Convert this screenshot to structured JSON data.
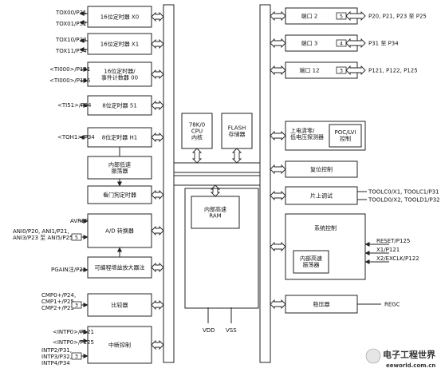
{
  "left_blocks": [
    {
      "id": "timer-x0",
      "title": "16位定时器 X0",
      "pins": [
        "TOX00/P31",
        "TOX01/P32"
      ]
    },
    {
      "id": "timer-x1",
      "title": "16位定时器 X1",
      "pins": [
        "TOX10/P33",
        "TOX11/P34"
      ]
    },
    {
      "id": "timer-00",
      "title": "16位定时器/\n事件计数器 00",
      "pins": [
        "<TI000>/P121",
        "<TI000>/P125"
      ]
    },
    {
      "id": "timer-51",
      "title": "8位定时器 51",
      "pins": [
        "<TI51>/P34"
      ]
    },
    {
      "id": "timer-h1",
      "title": "8位定时器 H1",
      "pins": [
        "<TOH1>/P34"
      ]
    },
    {
      "id": "osc-internal",
      "title": "内部低速\n振荡器",
      "pins": []
    },
    {
      "id": "watchdog",
      "title": "看门狗定时器",
      "pins": []
    },
    {
      "id": "adc",
      "title": "A/D 转换器",
      "pins": [
        "AVREF",
        "ANI0/P20, ANI1/P21,\nANI3/P23 至 ANI5/P25"
      ],
      "bus_width": "5"
    },
    {
      "id": "pga",
      "title": "可编程增益放大器注",
      "pins": [
        "PGAIN注/P21"
      ]
    },
    {
      "id": "comparator",
      "title": "比较器",
      "pins": [
        "CMP0+/P24,\nCMP1+/P25,\nCMP2+/P23"
      ],
      "bus_width": "3"
    },
    {
      "id": "interrupt",
      "title": "中断控制",
      "pins": [
        "<INTP0>/P121",
        "<INTP0>/P125",
        "INTP2/P31,\nINTP3/P32,\nINTP4/P34"
      ],
      "bus_width": "3"
    }
  ],
  "center_blocks": [
    {
      "id": "cpu",
      "title": "78K/0\nCPU\n内核"
    },
    {
      "id": "flash",
      "title": "FLASH\n存储器"
    },
    {
      "id": "ram",
      "title": "内部高速\nRAM"
    }
  ],
  "power_pins": [
    "VDD",
    "VSS"
  ],
  "right_blocks": [
    {
      "id": "port2",
      "title": "端口 2",
      "pins": [
        "P20, P21, P23 至 P25"
      ],
      "bus_width": "5"
    },
    {
      "id": "port3",
      "title": "端口 3",
      "pins": [
        "P31 至 P34"
      ],
      "bus_width": "4"
    },
    {
      "id": "port12",
      "title": "端口 12",
      "pins": [
        "P121, P122, P125"
      ],
      "bus_width": "3"
    },
    {
      "id": "poc",
      "title": "上电清零/\n低电压探测器",
      "inner": "POC/LVI\n控制"
    },
    {
      "id": "reset",
      "title": "复位控制"
    },
    {
      "id": "debug",
      "title": "片上调试",
      "pins": [
        "TOOLC0/X1, TOOLC1/P31",
        "TOOLD0/X2, TOOLD1/P32"
      ]
    },
    {
      "id": "sysctl",
      "title": "系统控制",
      "inner": "内部高速\n振荡器",
      "pins": [
        "RESET/P125",
        "X1/P121",
        "X2/EXCLK/P122"
      ]
    },
    {
      "id": "regulator",
      "title": "稳压器",
      "pins": [
        "REGC"
      ]
    }
  ],
  "watermark": {
    "main": "电子工程世界",
    "sub": "eeworld.com.cn"
  }
}
